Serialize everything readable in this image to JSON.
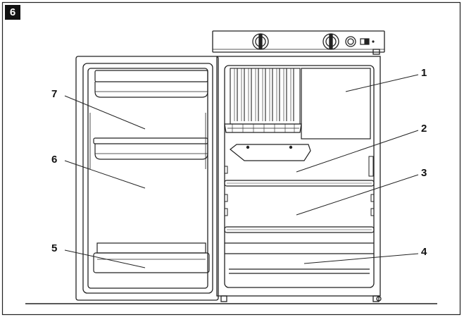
{
  "figure": {
    "number": "6"
  },
  "callouts": [
    {
      "id": "1",
      "label": "1"
    },
    {
      "id": "2",
      "label": "2"
    },
    {
      "id": "3",
      "label": "3"
    },
    {
      "id": "4",
      "label": "4"
    },
    {
      "id": "5",
      "label": "5"
    },
    {
      "id": "6",
      "label": "6"
    },
    {
      "id": "7",
      "label": "7"
    }
  ]
}
